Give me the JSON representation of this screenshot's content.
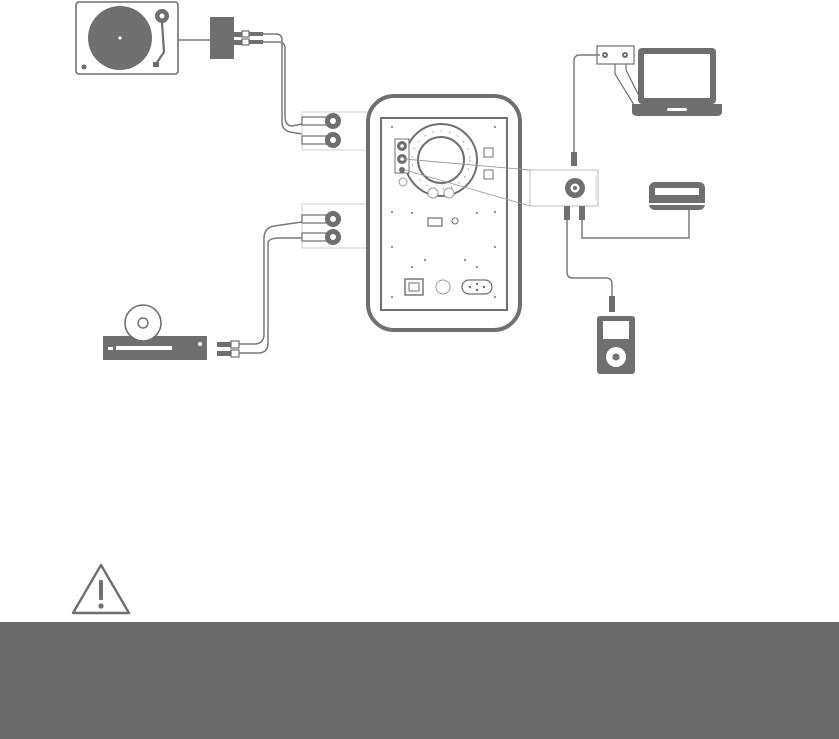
{
  "colors": {
    "device": "#6f6f6f",
    "line": "#7a7a7a",
    "light": "#ffffff",
    "footer": "#6a6868"
  },
  "diagram": {
    "devices": [
      {
        "id": "turntable",
        "icon": "turntable-icon"
      },
      {
        "id": "phono-preamp",
        "icon": "phono-preamp-icon"
      },
      {
        "id": "cd-player",
        "icon": "cd-player-icon"
      },
      {
        "id": "speaker",
        "icon": "speaker-rear-panel-icon"
      },
      {
        "id": "headphone-adapter",
        "icon": "adapter-box-icon"
      },
      {
        "id": "laptop",
        "icon": "laptop-icon"
      },
      {
        "id": "usb-adapter",
        "icon": "usb-adapter-icon"
      },
      {
        "id": "media-dock",
        "icon": "media-dock-icon"
      },
      {
        "id": "ipod",
        "icon": "ipod-icon"
      }
    ]
  },
  "warning": {
    "icon": "warning-triangle-icon"
  }
}
